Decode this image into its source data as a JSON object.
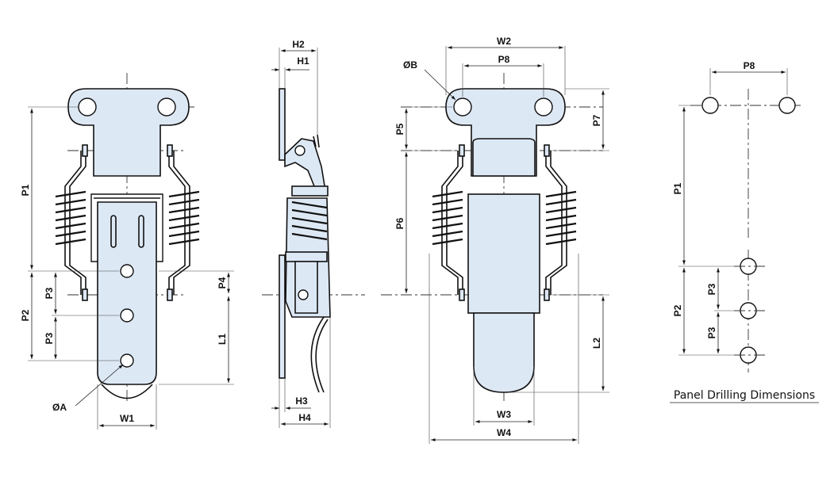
{
  "labels": {
    "h2": "H2",
    "h1": "H1",
    "h3": "H3",
    "h4": "H4",
    "w1": "W1",
    "w2": "W2",
    "w3": "W3",
    "w4": "W4",
    "p1": "P1",
    "p2": "P2",
    "p3": "P3",
    "p4": "P4",
    "p5": "P5",
    "p6": "P6",
    "p7": "P7",
    "p8": "P8",
    "l1": "L1",
    "l2": "L2",
    "dia_a": "ØA",
    "dia_b": "ØB"
  },
  "panel_caption": "Panel Drilling Dimensions"
}
